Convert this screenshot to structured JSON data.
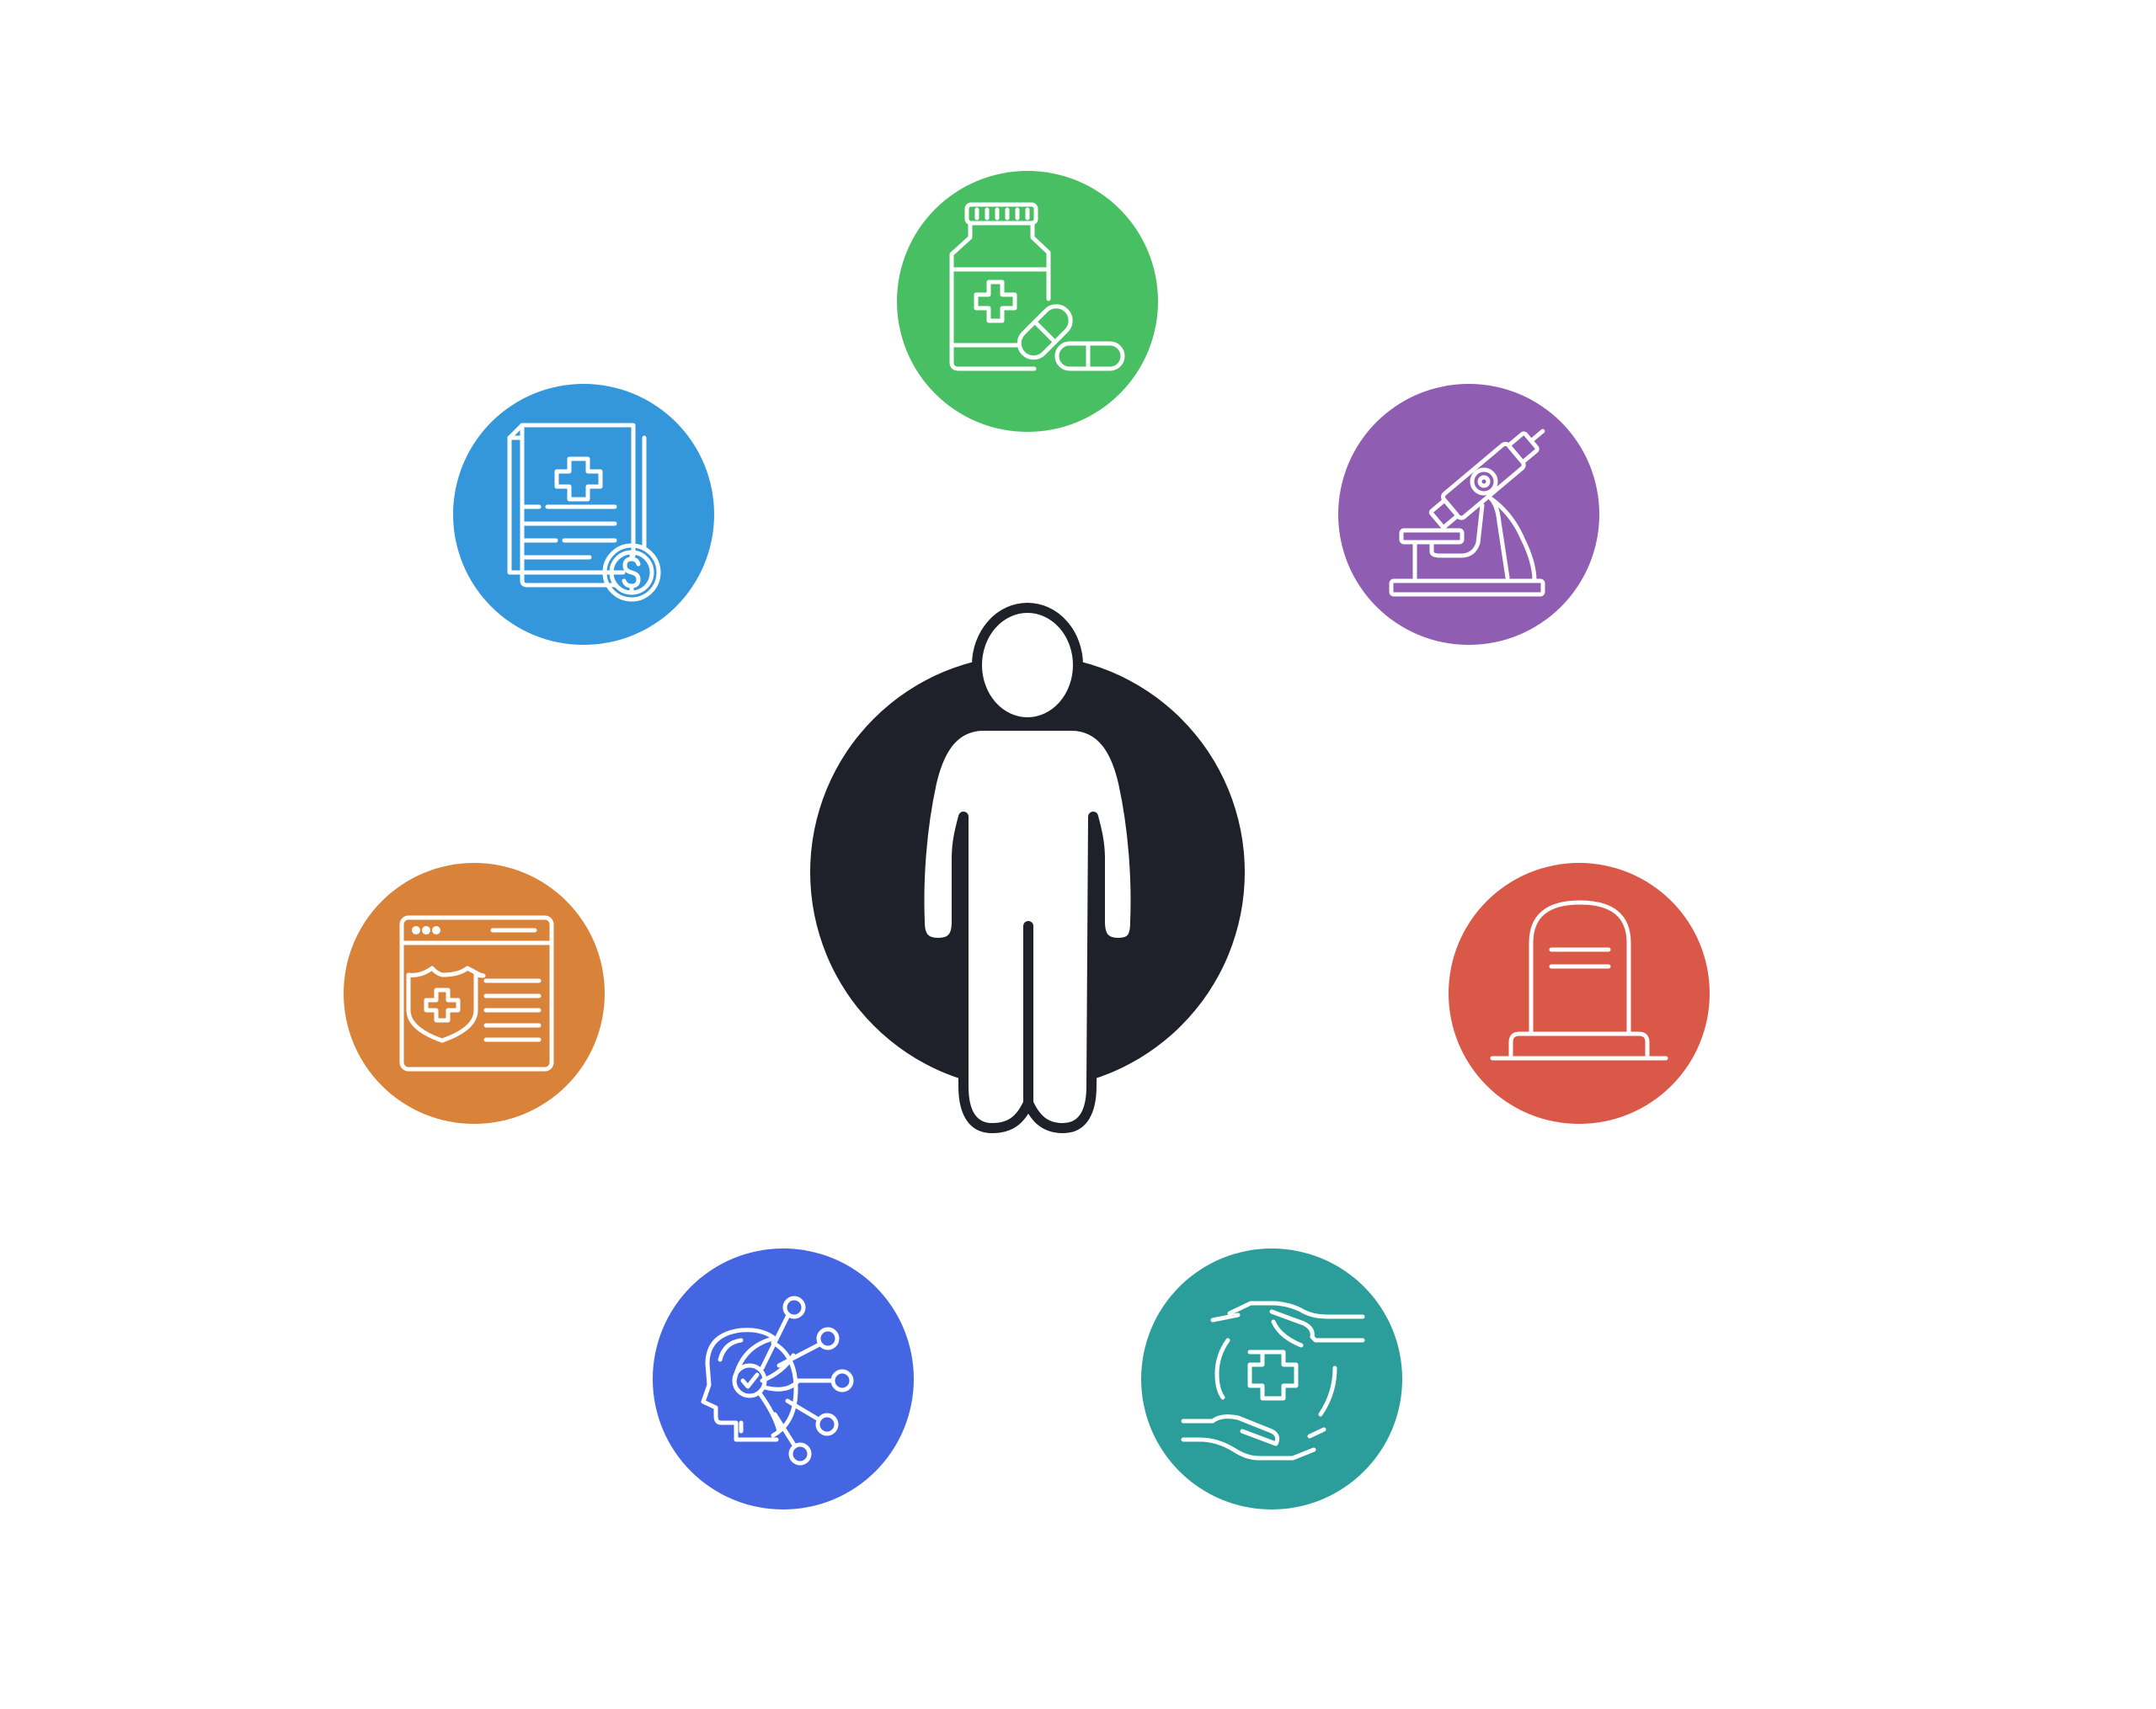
{
  "center": {
    "icon": "person-icon",
    "disc_color": "#1E2129",
    "figure_fill": "#FFFFFF",
    "figure_stroke": "#1E2129"
  },
  "nodes": [
    {
      "id": "medication",
      "icon": "pill-bottle-icon",
      "color": "#48BF63",
      "label_lines": [
        "",
        ""
      ]
    },
    {
      "id": "research",
      "icon": "microscope-icon",
      "color": "#8F5DB2",
      "label_lines": [
        "",
        ""
      ]
    },
    {
      "id": "mortality",
      "icon": "tombstone-icon",
      "color": "#D95848",
      "label_lines": [
        ""
      ]
    },
    {
      "id": "care",
      "icon": "caring-hands-icon",
      "color": "#2B9E9C",
      "label_lines": [
        "",
        ""
      ]
    },
    {
      "id": "cognition",
      "icon": "brain-network-icon",
      "color": "#4466E3",
      "label_lines": [
        "",
        ""
      ]
    },
    {
      "id": "records",
      "icon": "health-record-window-icon",
      "color": "#D9833A",
      "label_lines": [
        ""
      ]
    },
    {
      "id": "billing",
      "icon": "medical-bill-icon",
      "color": "#3597DB",
      "label_lines": [
        "",
        ""
      ]
    }
  ],
  "colors": {
    "icon_stroke": "#FFFFFF",
    "label_text": "#FFFFFF",
    "connector": "#FFFFFF"
  }
}
